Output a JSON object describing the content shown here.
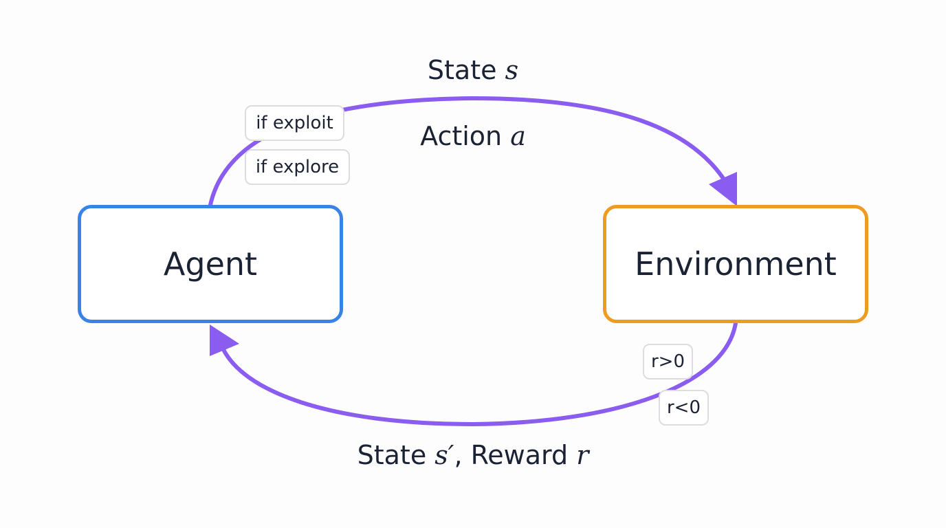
{
  "colors": {
    "arc": "#8a5cf0",
    "agent_border": "#3a83e6",
    "environment_border": "#ee9b22",
    "text": "#1b2233",
    "chip_border": "#dcdde0"
  },
  "nodes": {
    "agent": "Agent",
    "environment": "Environment"
  },
  "labels": {
    "top_state_text": "State ",
    "top_state_math": "s",
    "action_text": "Action ",
    "action_math": "a",
    "bottom_state_text": "State ",
    "bottom_state_math": "s′",
    "bottom_sep": ", Reward ",
    "bottom_reward_math": "r"
  },
  "chips": {
    "exploit": "if exploit",
    "explore": "if explore",
    "r_positive": "r>0",
    "r_negative": "r<0"
  }
}
